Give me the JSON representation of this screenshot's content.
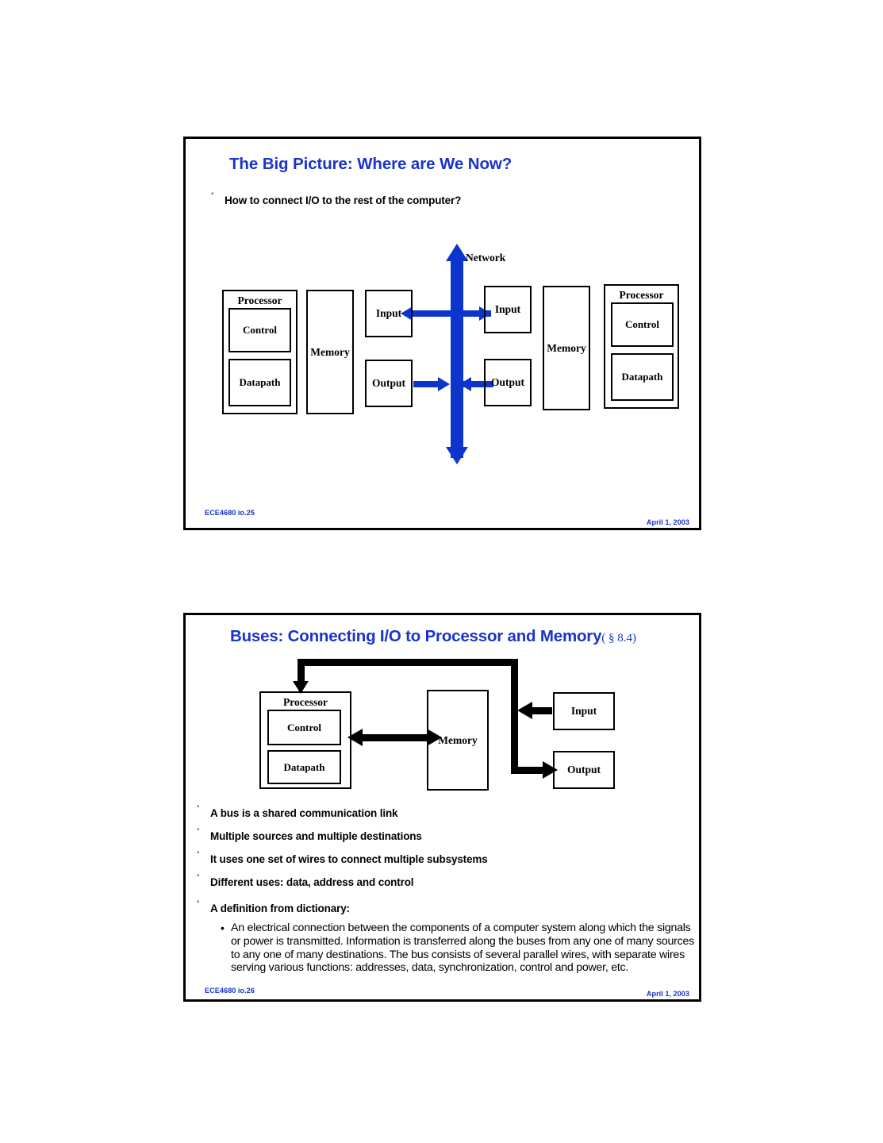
{
  "page": {
    "background": "#ffffff",
    "accent_blue": "#1a33cc",
    "bus_blue": "#0b35cc"
  },
  "slides": [
    {
      "id": "slide-1",
      "title": "The Big Picture: Where are We Now?",
      "title_section": "",
      "bullets": [
        {
          "marker": "°",
          "text": "How to connect I/O to the rest of the computer?"
        }
      ],
      "diagram": {
        "network_label": "Network",
        "left_processor": {
          "title": "Processor",
          "control": "Control",
          "datapath": "Datapath"
        },
        "left_memory": "Memory",
        "left_input": "Input",
        "left_output": "Output",
        "right_input": "Input",
        "right_output": "Output",
        "right_memory": "Memory",
        "right_processor": {
          "title": "Processor",
          "control": "Control",
          "datapath": "Datapath"
        }
      },
      "footer_left": "ECE4680  io.25",
      "footer_right": "April 1, 2003"
    },
    {
      "id": "slide-2",
      "title": "Buses: Connecting I/O to Processor and Memory",
      "title_section": "( § 8.4)",
      "bullets": [
        {
          "marker": "°",
          "text": "A bus is a shared communication link"
        },
        {
          "marker": "°",
          "text": "Multiple sources and multiple destinations"
        },
        {
          "marker": "°",
          "text": "It uses one set of wires to connect multiple subsystems"
        },
        {
          "marker": "°",
          "text": "Different uses: data, address and control"
        },
        {
          "marker": "°",
          "text": "A definition from dictionary:"
        }
      ],
      "subbullet": {
        "marker": "•",
        "text": "An electrical connection between the components of a computer system along which the signals or power is transmitted. Information is transferred along the buses from any one of many sources to any one of many destinations. The bus consists of several parallel wires, with separate wires serving various functions: addresses, data, synchronization, control and power, etc."
      },
      "diagram": {
        "processor": {
          "title": "Processor",
          "control": "Control",
          "datapath": "Datapath"
        },
        "memory": "Memory",
        "input": "Input",
        "output": "Output"
      },
      "footer_left": "ECE4680  io.26",
      "footer_right": "April 1, 2003"
    }
  ]
}
